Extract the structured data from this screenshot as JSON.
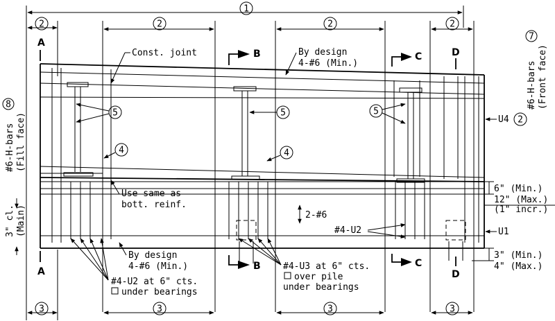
{
  "dims": {
    "overall": "1",
    "top_spacing": "2",
    "bottom_spacing": "3"
  },
  "callouts": {
    "c4": "4",
    "c5": "5",
    "c2": "2",
    "c7": "7",
    "c8": "8"
  },
  "sections": {
    "a": "A",
    "b": "B",
    "c": "C",
    "d": "D"
  },
  "labels": {
    "const_joint": "Const. joint",
    "by_design_top_1": "By design",
    "by_design_top_2": "4-#6 (Min.)",
    "use_same_1": "Use same as",
    "use_same_2": "bott. reinf.",
    "by_design_bot_1": "By design",
    "by_design_bot_2": "4-#6 (Min.)",
    "two_6": "2-#6",
    "u2_mid": "#4-U2",
    "u4": "U4",
    "u1": "U1",
    "u3_1": "#4-U3 at 6\" cts.",
    "u3_2": "over pile",
    "u3_3": "under bearings",
    "u2_1": "#4-U2 at 6\" cts.",
    "u2_2": "under bearings",
    "min6": "6\" (Min.)",
    "max12": "12\" (Max.)",
    "incr1": "(1\" incr.)",
    "min3": "3\" (Min.)",
    "max4": "4\" (Max.)",
    "front_1": "#6-H-bars",
    "front_2": "(Front face)",
    "fill_1": "#6-H-bars",
    "fill_2": "(Fill face)",
    "cl_1": "3\" cl.",
    "cl_2": "(Main)"
  }
}
